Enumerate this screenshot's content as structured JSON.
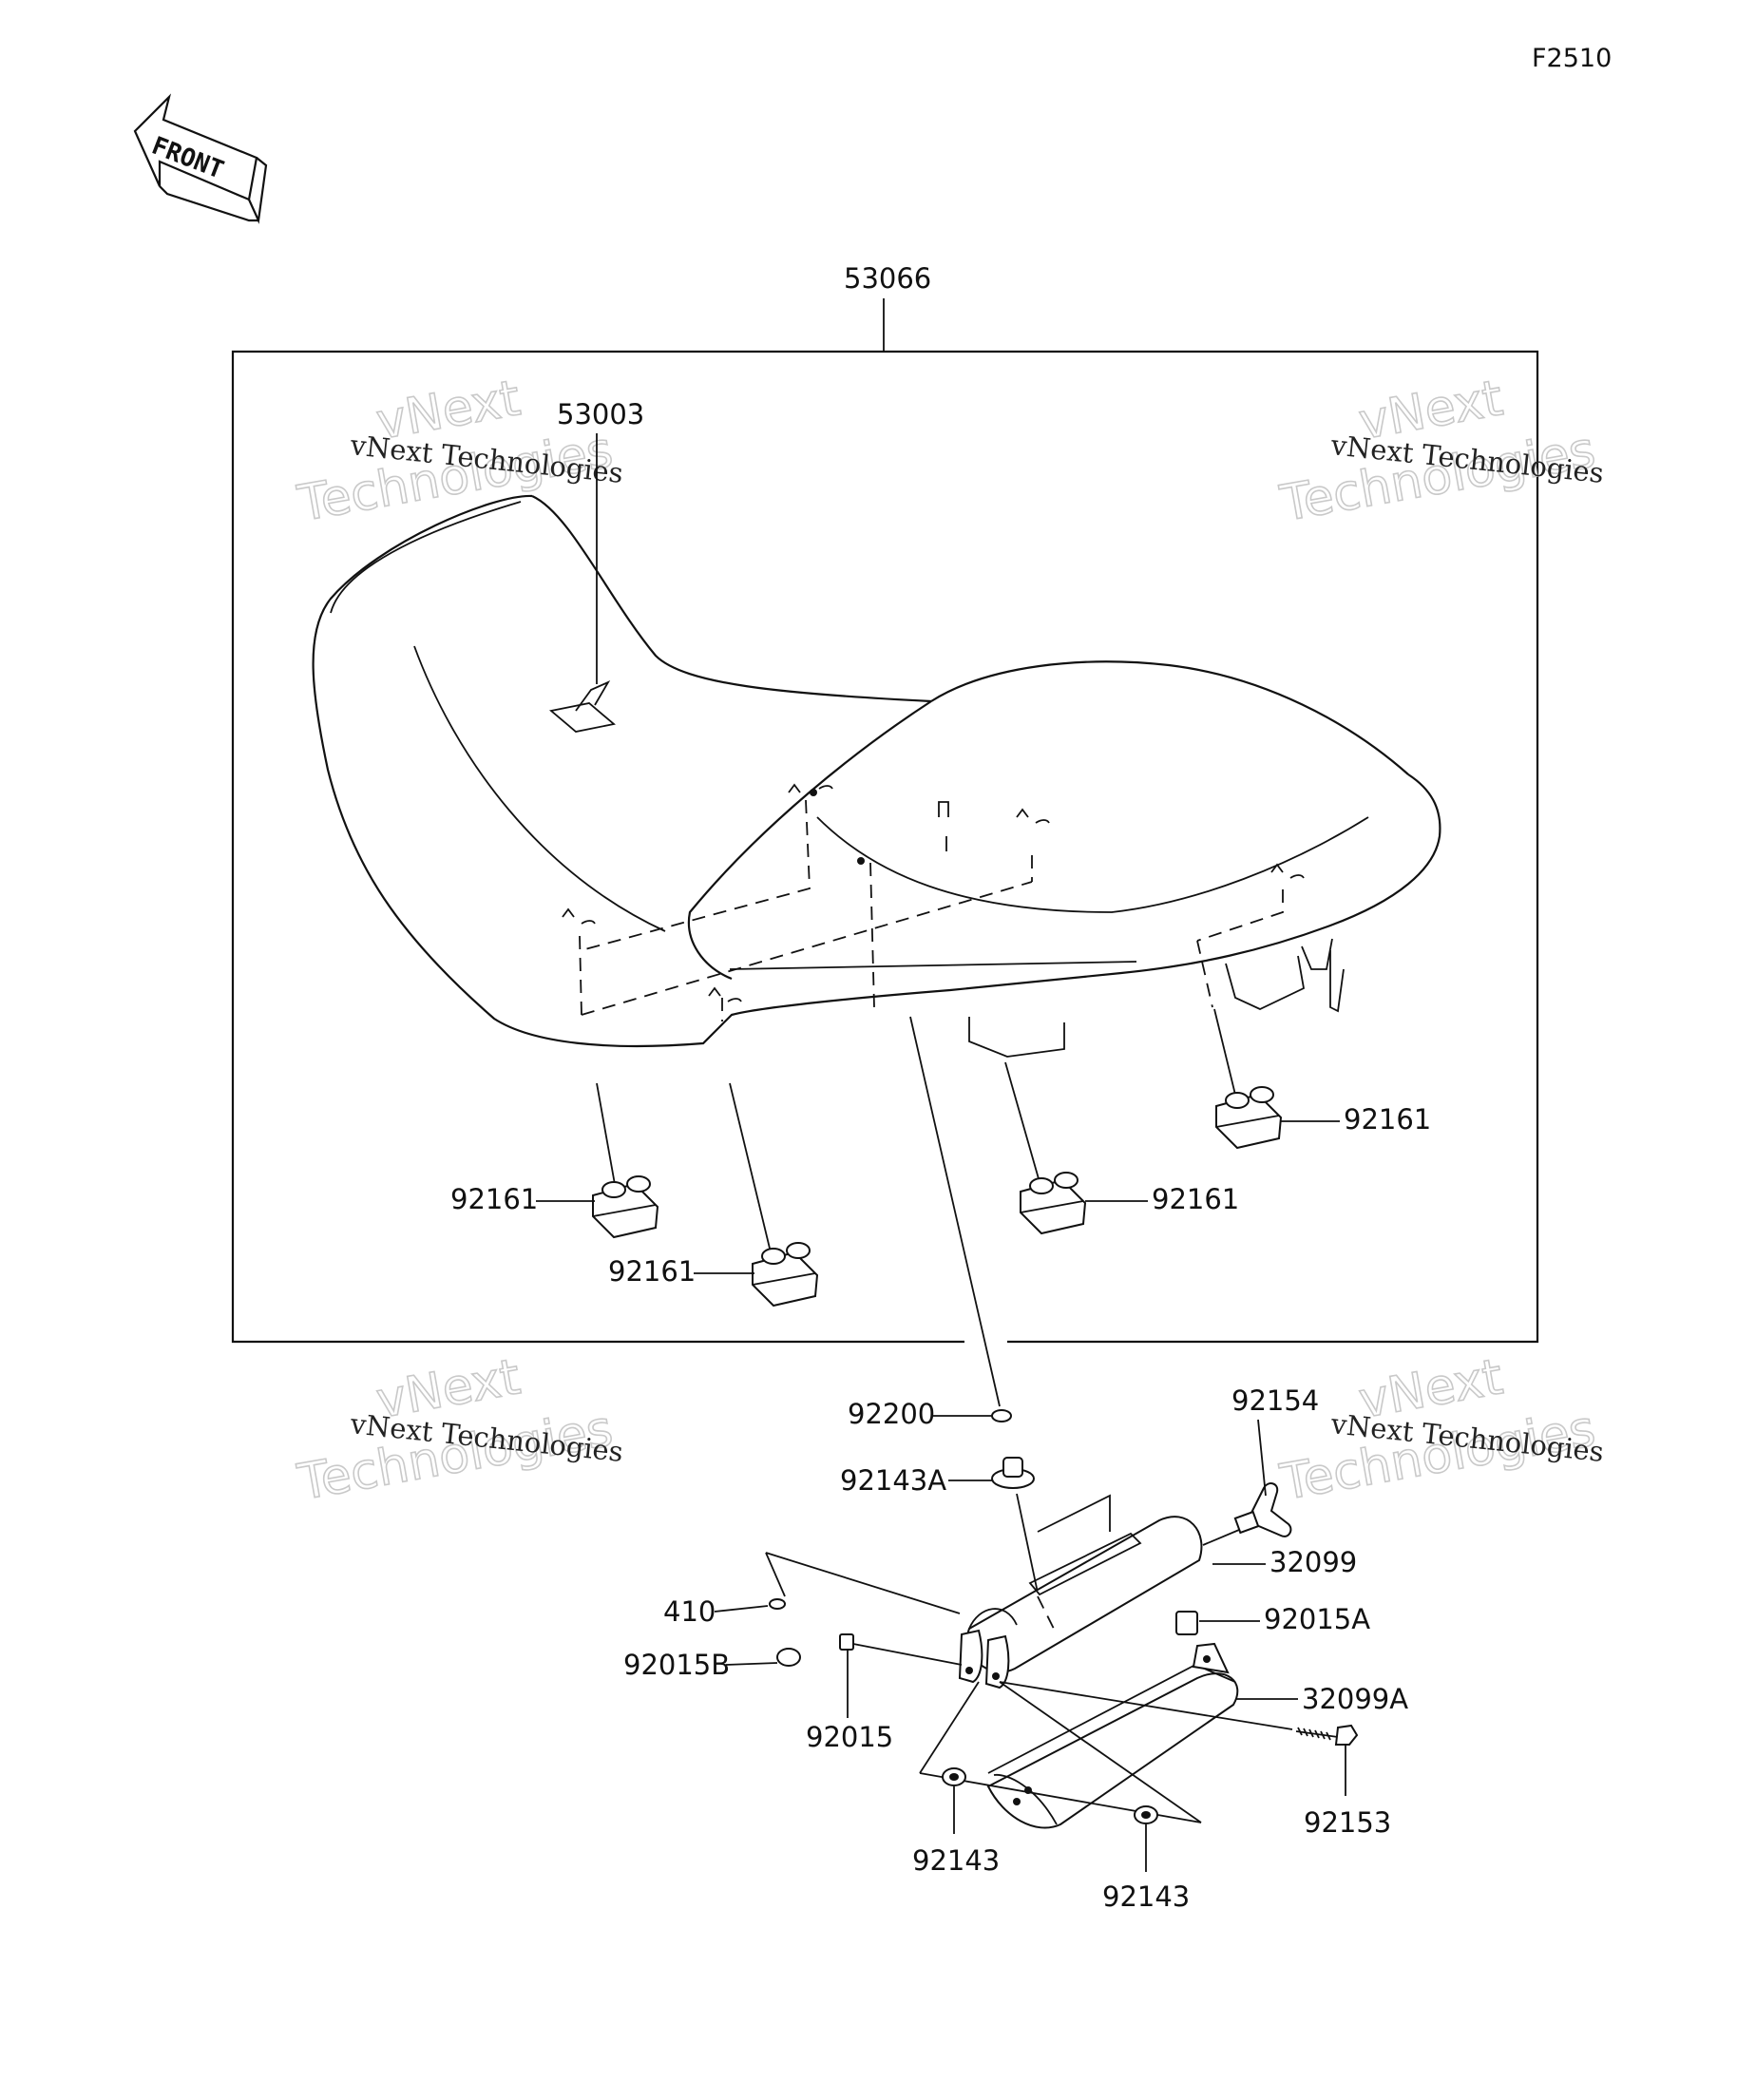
{
  "figure_code": "F2510",
  "front_arrow_text": "FRONT",
  "watermark": {
    "big_line1": "vNext",
    "big_line2": "Technologies",
    "small": "vNext Technologies"
  },
  "labels": {
    "seat_assembly": "53066",
    "seat_cover": "53003",
    "damper_a": "92161",
    "damper_b": "92161",
    "damper_c": "92161",
    "damper_d": "92161",
    "washer_92200": "92200",
    "collar_92143A": "92143A",
    "bolt_92154": "92154",
    "case_32099": "32099",
    "rivet_410": "410",
    "nut_92015A": "92015A",
    "nut_92015B": "92015B",
    "nut_92015": "92015",
    "cover_32099A": "32099A",
    "bolt_92153": "92153",
    "collar_92143_left": "92143",
    "collar_92143_right": "92143"
  }
}
